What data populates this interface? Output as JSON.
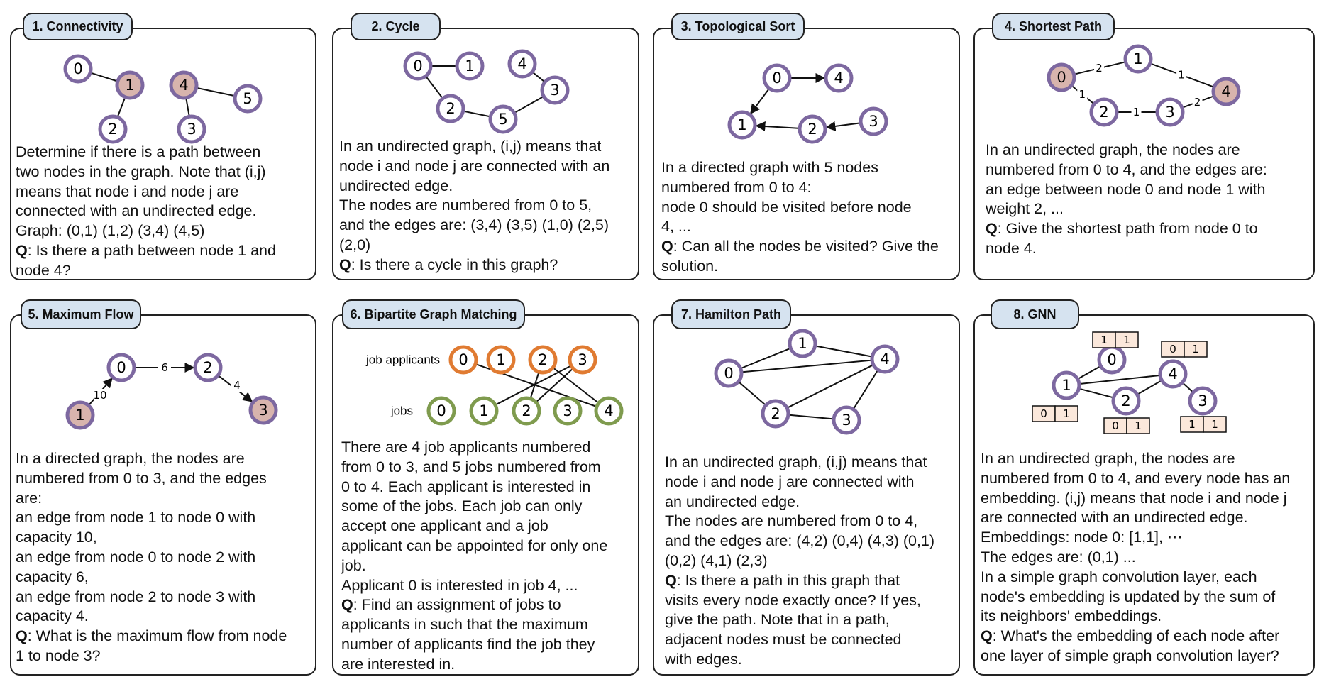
{
  "colors": {
    "node_stroke": "#7d68a0",
    "highlight": "#d8b4ad",
    "applicant": "#e07b32",
    "job": "#7f9b4e",
    "embedding_box": "#fbe8db",
    "tab_fill": "#d6e3f0"
  },
  "panels": [
    {
      "title": "1. Connectivity",
      "lines": [
        "Determine if there is a path between",
        "two nodes in the graph. Note that (i,j)",
        "means that node i and node j are",
        "connected with an undirected edge.",
        "Graph: (0,1) (1,2) (3,4) (4,5)"
      ],
      "q_label": "Q",
      "question": [
        ": Is there a path between node 1 and",
        "node 4?"
      ],
      "graph": {
        "directed": false,
        "nodes": [
          {
            "id": "0"
          },
          {
            "id": "1",
            "highlight": true
          },
          {
            "id": "2"
          },
          {
            "id": "3"
          },
          {
            "id": "4",
            "highlight": true
          },
          {
            "id": "5"
          }
        ],
        "edges": [
          [
            "0",
            "1"
          ],
          [
            "1",
            "2"
          ],
          [
            "4",
            "3"
          ],
          [
            "4",
            "5"
          ]
        ]
      }
    },
    {
      "title": "2. Cycle",
      "lines": [
        "In an undirected graph, (i,j) means that",
        "node i and node j are connected with an",
        "undirected edge.",
        "The nodes are numbered from 0 to 5,",
        "and the edges are: (3,4) (3,5) (1,0) (2,5)",
        "(2,0)"
      ],
      "q_label": "Q",
      "question": [
        ": Is there a cycle in this graph?"
      ],
      "graph": {
        "directed": false,
        "nodes": [
          {
            "id": "0"
          },
          {
            "id": "1"
          },
          {
            "id": "2"
          },
          {
            "id": "3"
          },
          {
            "id": "4"
          },
          {
            "id": "5"
          }
        ],
        "edges": [
          [
            "0",
            "1"
          ],
          [
            "0",
            "2"
          ],
          [
            "2",
            "5"
          ],
          [
            "5",
            "3"
          ],
          [
            "3",
            "4"
          ]
        ]
      }
    },
    {
      "title": "3. Topological Sort",
      "lines": [
        "In a directed graph with 5 nodes",
        "numbered from 0 to 4:",
        "node 0 should be visited before node",
        "4, ..."
      ],
      "q_label": "Q",
      "question": [
        ": Can all the nodes be visited? Give the",
        "solution."
      ],
      "graph": {
        "directed": true,
        "nodes": [
          {
            "id": "0"
          },
          {
            "id": "1"
          },
          {
            "id": "2"
          },
          {
            "id": "3"
          },
          {
            "id": "4"
          }
        ],
        "edges": [
          [
            "0",
            "4"
          ],
          [
            "0",
            "1"
          ],
          [
            "2",
            "1"
          ],
          [
            "3",
            "2"
          ]
        ]
      }
    },
    {
      "title": "4. Shortest Path",
      "lines": [
        "In an undirected graph, the nodes are",
        "numbered from 0 to 4, and the edges are:",
        "an edge between node 0 and node 1 with",
        "weight 2, ..."
      ],
      "q_label": "Q",
      "question": [
        ": Give the shortest path from node 0 to",
        "node 4."
      ],
      "graph": {
        "directed": false,
        "nodes": [
          {
            "id": "0",
            "highlight": true
          },
          {
            "id": "1"
          },
          {
            "id": "2"
          },
          {
            "id": "3"
          },
          {
            "id": "4",
            "highlight": true
          }
        ],
        "edges": [
          [
            "0",
            "1",
            "2"
          ],
          [
            "1",
            "4",
            "1"
          ],
          [
            "0",
            "2",
            "1"
          ],
          [
            "2",
            "3",
            "1"
          ],
          [
            "3",
            "4",
            "2"
          ]
        ]
      }
    },
    {
      "title": "5. Maximum Flow",
      "lines": [
        "In a directed graph, the nodes are",
        "numbered from 0 to 3, and the edges",
        "are:",
        "an edge from node 1 to node 0 with",
        "capacity 10,",
        "an edge from node 0 to node 2 with",
        "capacity 6,",
        "an edge from node 2 to node 3 with",
        "capacity 4."
      ],
      "q_label": "Q",
      "question": [
        ": What is the maximum flow from node",
        "1 to node 3?"
      ],
      "graph": {
        "directed": true,
        "nodes": [
          {
            "id": "0"
          },
          {
            "id": "1",
            "highlight": true
          },
          {
            "id": "2"
          },
          {
            "id": "3",
            "highlight": true
          }
        ],
        "edges": [
          [
            "1",
            "0",
            "10"
          ],
          [
            "0",
            "2",
            "6"
          ],
          [
            "2",
            "3",
            "4"
          ]
        ]
      }
    },
    {
      "title": "6. Bipartite Graph Matching",
      "lines": [
        "There are 4 job applicants numbered",
        "from 0 to 3, and 5 jobs numbered from",
        "0 to 4. Each applicant is interested in",
        "some of the jobs. Each job can only",
        "accept one applicant and a job",
        "applicant can be appointed for only one",
        "job.",
        "Applicant 0 is interested in job 4, ..."
      ],
      "q_label": "Q",
      "question": [
        ": Find an assignment of jobs to",
        "applicants in such that the maximum",
        "number of applicants find the job they",
        "are interested in."
      ],
      "graph": {
        "directed": false,
        "applicants_label": "job applicants",
        "jobs_label": "jobs",
        "nodes": [
          {
            "id": "a0",
            "label": "0",
            "group": "applicant"
          },
          {
            "id": "a1",
            "label": "1",
            "group": "applicant"
          },
          {
            "id": "a2",
            "label": "2",
            "group": "applicant"
          },
          {
            "id": "a3",
            "label": "3",
            "group": "applicant"
          },
          {
            "id": "j0",
            "label": "0",
            "group": "job"
          },
          {
            "id": "j1",
            "label": "1",
            "group": "job"
          },
          {
            "id": "j2",
            "label": "2",
            "group": "job"
          },
          {
            "id": "j3",
            "label": "3",
            "group": "job"
          },
          {
            "id": "j4",
            "label": "4",
            "group": "job"
          }
        ],
        "edges": [
          [
            "a0",
            "j4"
          ],
          [
            "a2",
            "j4"
          ],
          [
            "a3",
            "j1"
          ],
          [
            "a2",
            "j2"
          ],
          [
            "a3",
            "j2"
          ]
        ]
      }
    },
    {
      "title": "7. Hamilton Path",
      "lines": [
        "In an undirected graph, (i,j) means that",
        "node i and node j are connected with",
        "an undirected edge.",
        "The nodes are numbered from 0 to 4,",
        "and the edges are: (4,2) (0,4) (4,3) (0,1)",
        "(0,2) (4,1) (2,3)"
      ],
      "q_label": "Q",
      "question": [
        ": Is there a path in this graph that",
        "visits every node exactly once? If yes,",
        "give the path. Note that in a path,",
        "adjacent nodes must be connected",
        "with edges."
      ],
      "graph": {
        "directed": false,
        "nodes": [
          {
            "id": "0"
          },
          {
            "id": "1"
          },
          {
            "id": "2"
          },
          {
            "id": "3"
          },
          {
            "id": "4"
          }
        ],
        "edges": [
          [
            "4",
            "2"
          ],
          [
            "0",
            "4"
          ],
          [
            "4",
            "3"
          ],
          [
            "0",
            "1"
          ],
          [
            "0",
            "2"
          ],
          [
            "4",
            "1"
          ],
          [
            "2",
            "3"
          ]
        ]
      }
    },
    {
      "title": "8. GNN",
      "lines": [
        "In an undirected graph, the nodes are",
        "numbered from 0 to 4, and every node has an",
        "embedding. (i,j) means that node i and node j",
        "are connected with an undirected edge.",
        "Embeddings: node 0: [1,1], ⋯",
        "The edges are: (0,1) ...",
        "In a simple graph convolution layer, each",
        "node's embedding is updated by the sum of",
        "its neighbors' embeddings."
      ],
      "q_label": "Q",
      "question": [
        ": What's the embedding of each node after",
        "one layer of simple graph convolution layer?"
      ],
      "graph": {
        "directed": false,
        "nodes": [
          {
            "id": "0",
            "embedding": [
              1,
              1
            ]
          },
          {
            "id": "1",
            "embedding": [
              0,
              1
            ]
          },
          {
            "id": "2",
            "embedding": [
              0,
              1
            ]
          },
          {
            "id": "3",
            "embedding": [
              1,
              1
            ]
          },
          {
            "id": "4",
            "embedding": [
              0,
              1
            ]
          }
        ],
        "edges": [
          [
            "0",
            "1"
          ],
          [
            "1",
            "4"
          ],
          [
            "1",
            "2"
          ],
          [
            "2",
            "4"
          ],
          [
            "4",
            "3"
          ]
        ]
      }
    }
  ]
}
